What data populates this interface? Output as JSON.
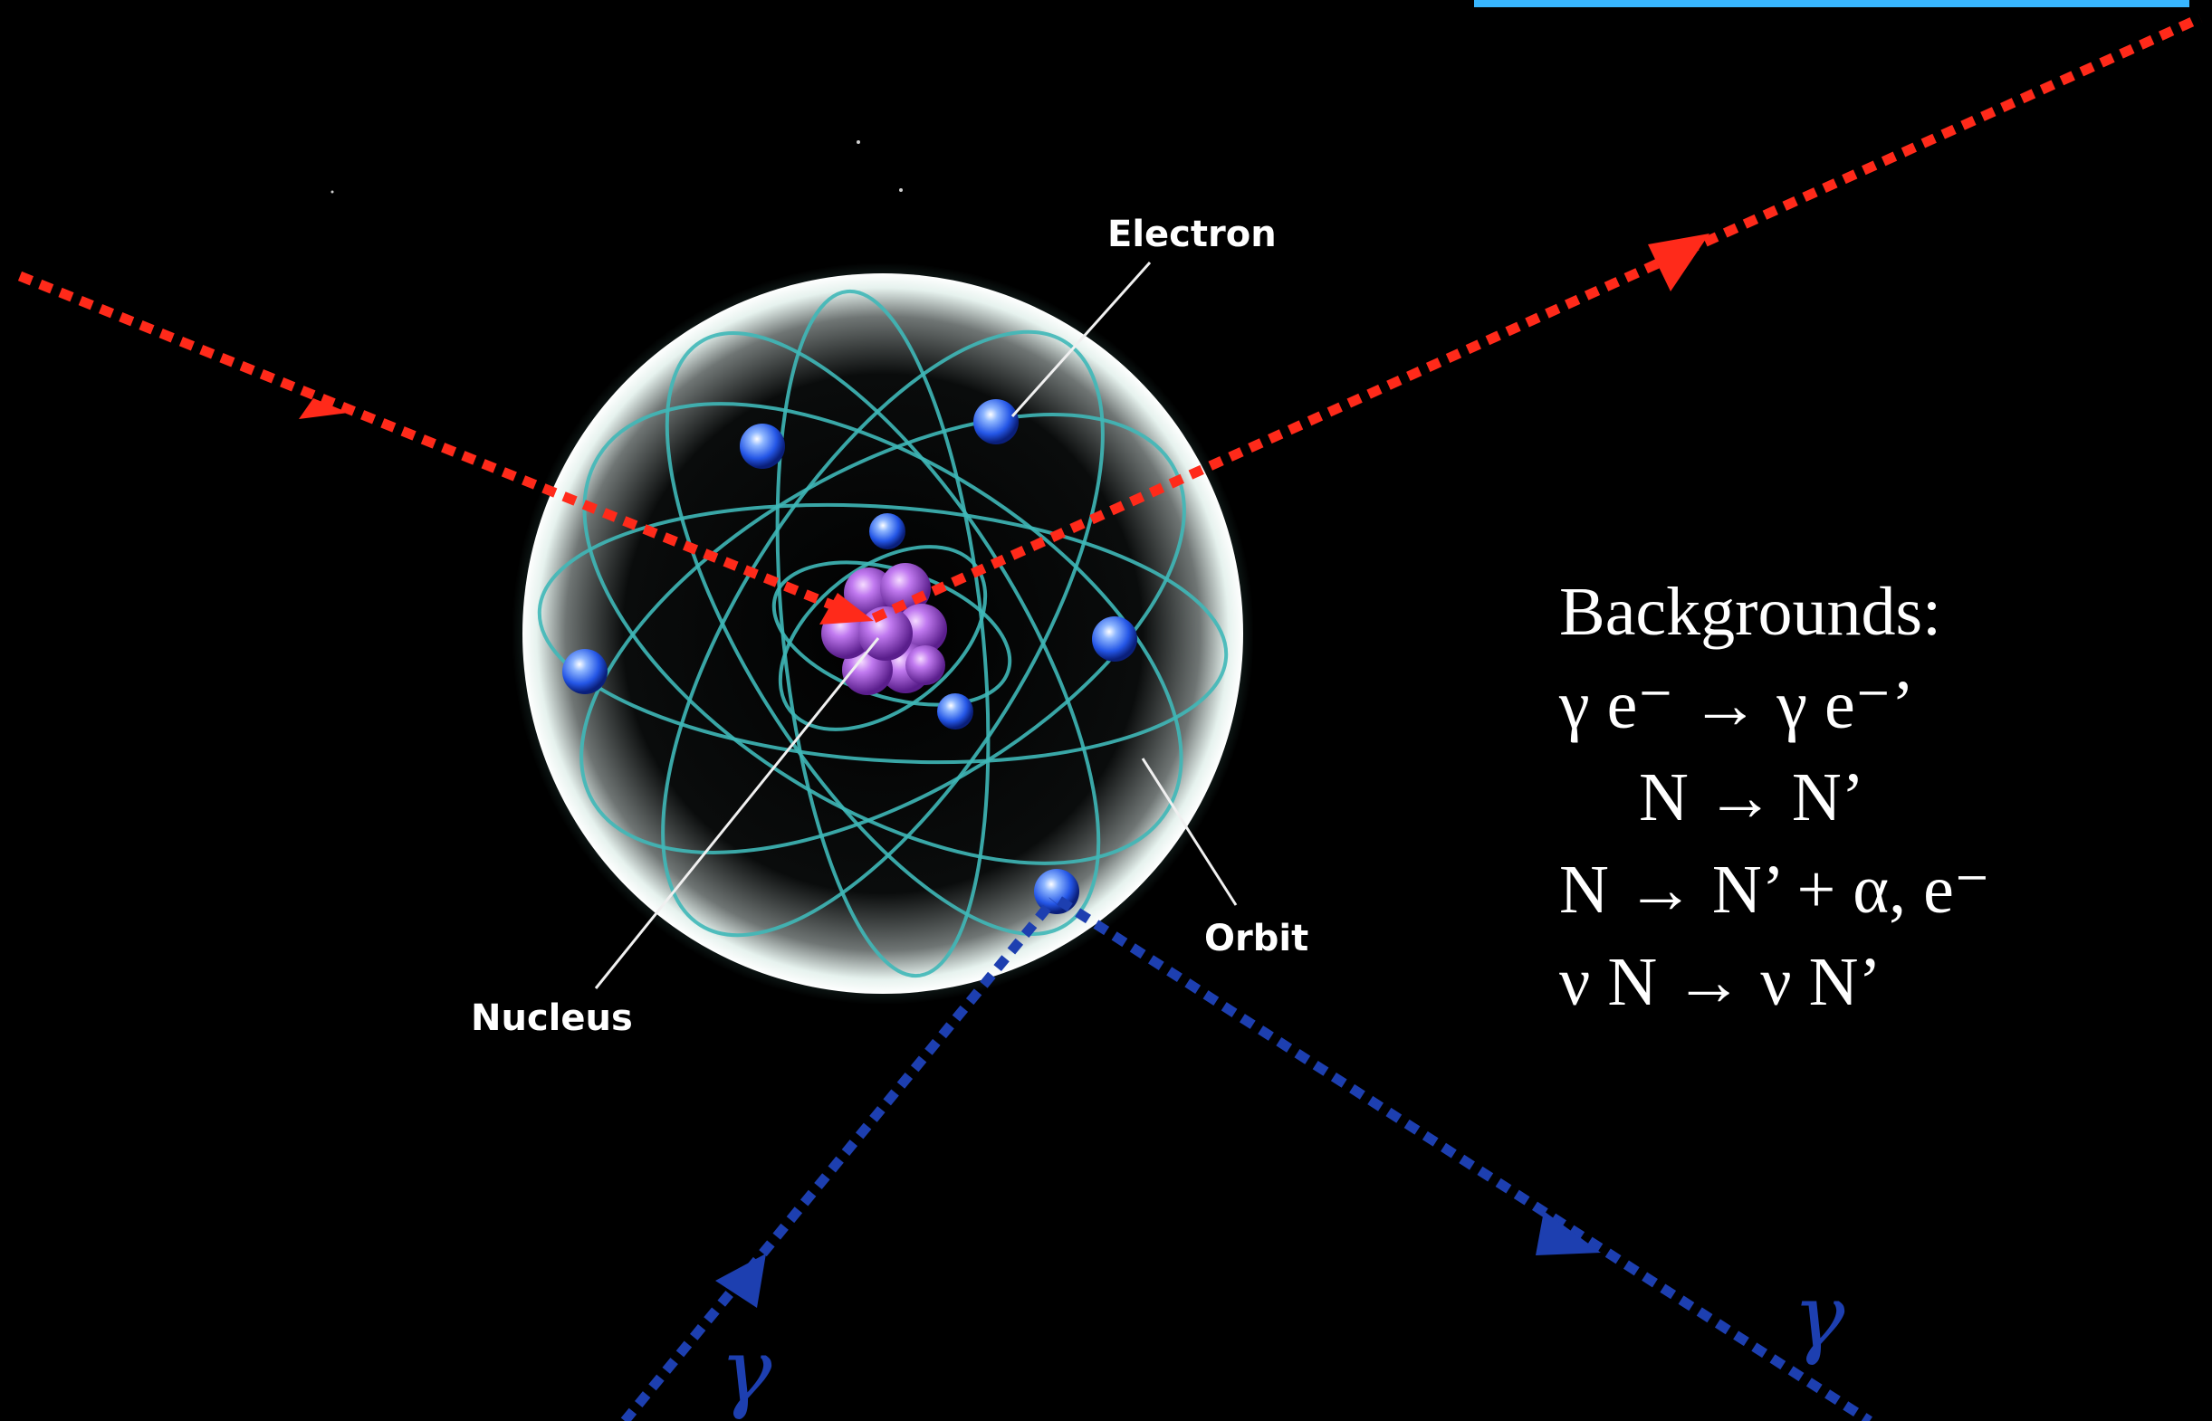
{
  "labels": {
    "electron": "Electron",
    "nucleus": "Nucleus",
    "orbit": "Orbit",
    "gamma_in": "γ",
    "gamma_out": "γ"
  },
  "backgrounds": {
    "title": "Backgrounds:",
    "reactions": [
      "γ e⁻ → γ e⁻’",
      "N → N’",
      "N → N’ + α, e⁻",
      "ν N → ν N’"
    ]
  },
  "colors": {
    "background": "#000000",
    "incident_path": "#ff2a1a",
    "gamma_path": "#1d3fb0",
    "orbit": "#3fb8b8",
    "electron": "#2f6dff",
    "nucleus": "#b070e0",
    "top_bar": "#38b6ff"
  }
}
